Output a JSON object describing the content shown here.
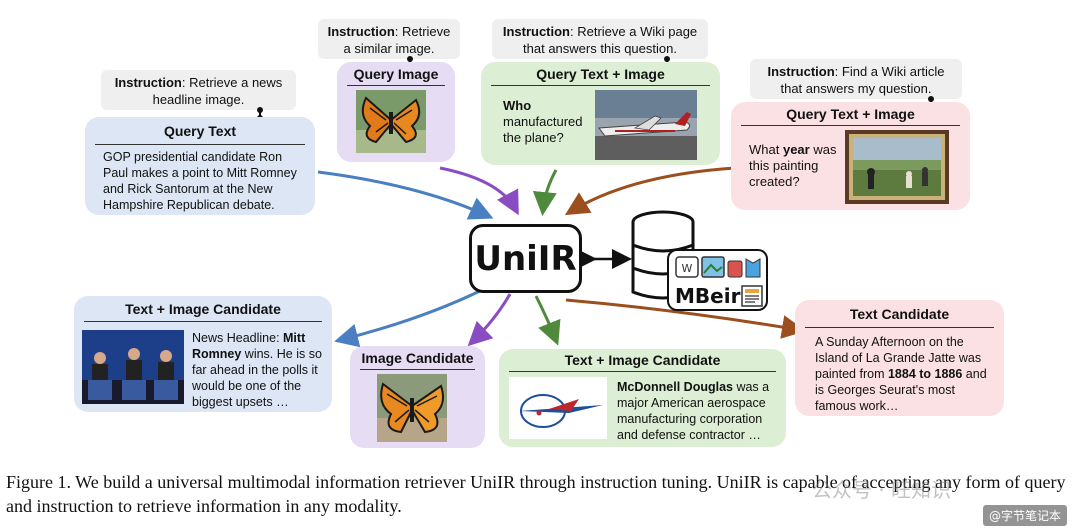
{
  "instructions": {
    "news": {
      "bold": "Instruction",
      "text": ": Retrieve a news headline image."
    },
    "similar": {
      "bold": "Instruction",
      "text": ": Retrieve a similar image."
    },
    "wiki_page": {
      "bold": "Instruction",
      "text": ": Retrieve a Wiki page that answers this question."
    },
    "wiki_article": {
      "bold": "Instruction",
      "text": ": Find a Wiki article that answers my question."
    }
  },
  "queries": {
    "text": {
      "title": "Query Text",
      "body": "GOP presidential candidate Ron Paul makes a point to Mitt Romney and Rick Santorum at the New Hampshire Republican debate."
    },
    "image": {
      "title": "Query Image"
    },
    "text_image_plane": {
      "title": "Query Text + Image",
      "bold": "Who",
      "rest": " manufactured the plane?"
    },
    "text_image_painting": {
      "title": "Query Text + Image",
      "pre": "What ",
      "bold": "year",
      "rest": " was this painting created?"
    }
  },
  "center": {
    "model": "UniIR",
    "dataset": "MBeir"
  },
  "candidates": {
    "text_image_news": {
      "title": "Text + Image Candidate",
      "pre": "News Headline: ",
      "bold": "Mitt Romney",
      "rest": " wins. He is so far ahead in the polls it would be one of the biggest upsets …"
    },
    "image": {
      "title": "Image Candidate"
    },
    "text_image_mcd": {
      "title": "Text + Image Candidate",
      "bold": "McDonnell Douglas",
      "rest": " was a major American aerospace manufacturing corporation and defense contractor …"
    },
    "text": {
      "title": "Text Candidate",
      "pre": "A Sunday Afternoon on the Island of La Grande Jatte was painted from ",
      "bold1": "1884 to 1886",
      "mid": " and is Georges Seurat's most famous work…"
    }
  },
  "caption": "Figure 1. We build a universal multimodal information retriever UniIR through instruction tuning. UniIR is capable of accepting any form of query and instruction to retrieve information in any modality.",
  "watermark": {
    "overlay": "公众号 · 旺知识",
    "badge": "@字节笔记本"
  },
  "colors": {
    "blue": "#4a7fc1",
    "purple": "#8a4cc2",
    "green": "#4f8a3c",
    "brown": "#9b4f1e"
  }
}
